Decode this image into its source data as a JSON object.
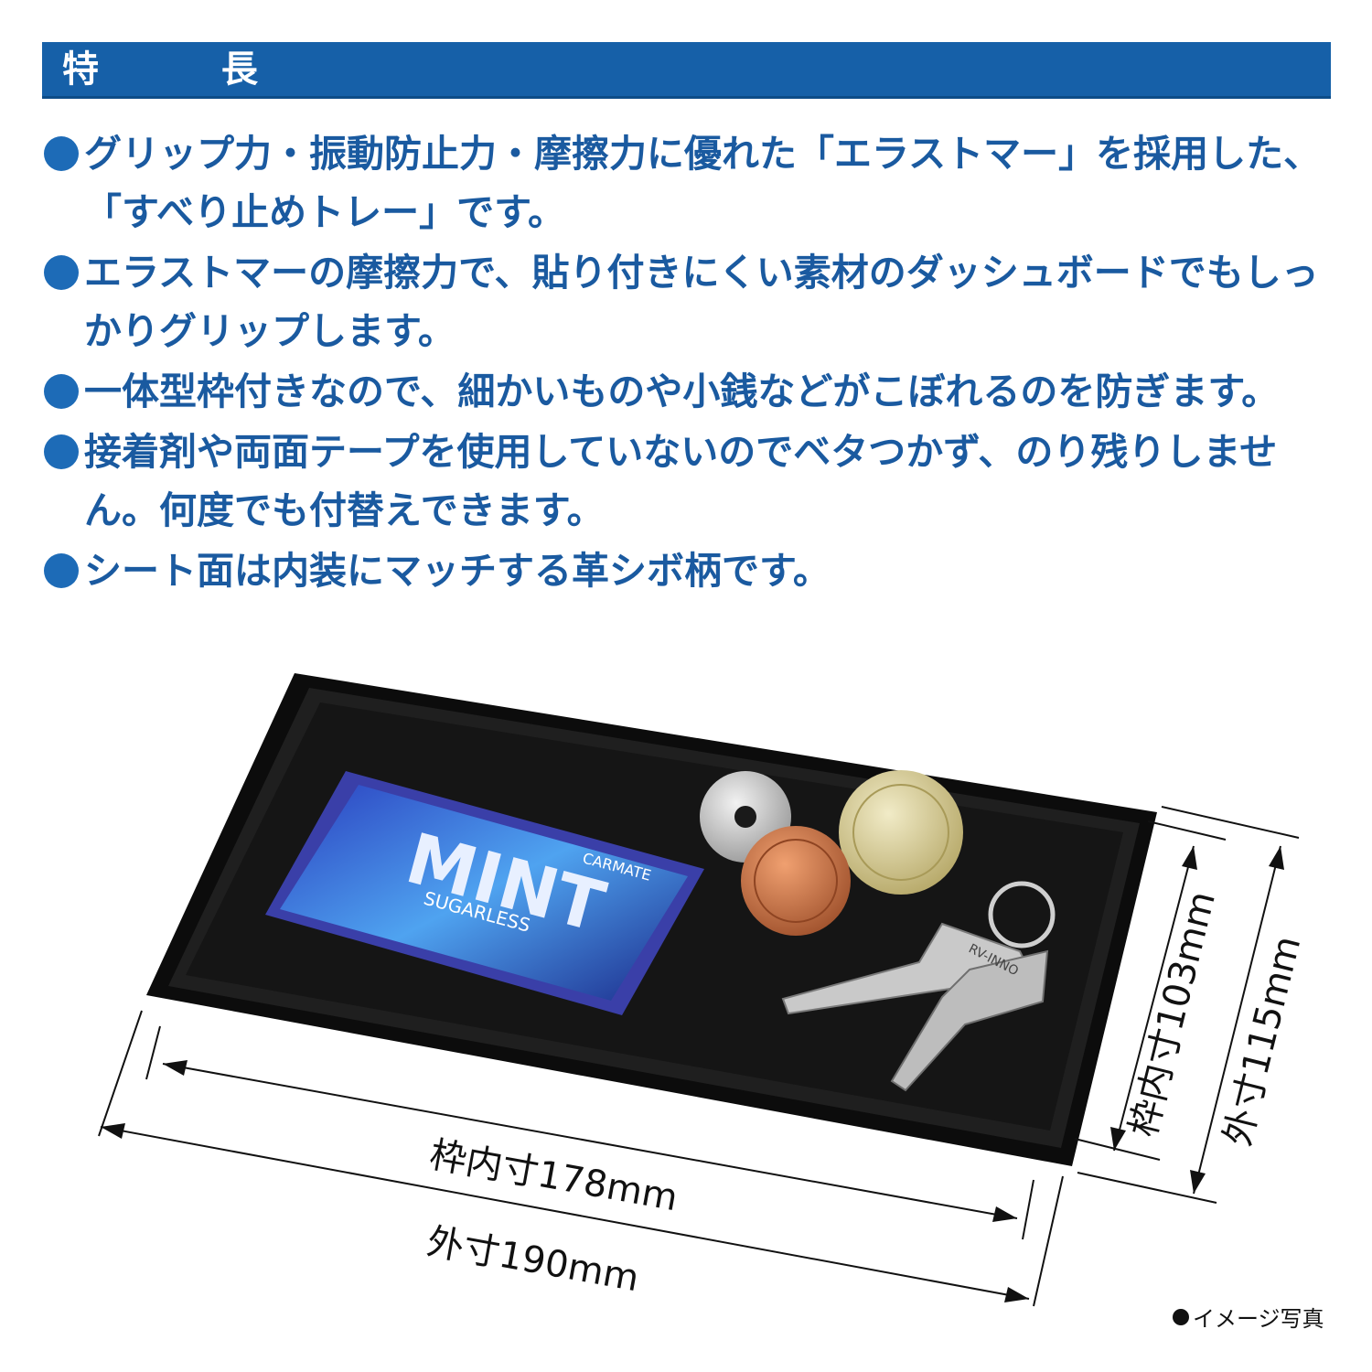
{
  "header": {
    "title": "特 長"
  },
  "features": [
    {
      "text": "グリップ力・振動防止力・摩擦力に優れた「エラストマー」を採用した、「すべり止めトレー」です。"
    },
    {
      "text": "エラストマーの摩擦力で、貼り付きにくい素材のダッシュボードでもしっかりグリップします。"
    },
    {
      "text": "一体型枠付きなので、細かいものや小銭などがこぼれるのを防ぎます。"
    },
    {
      "text": "接着剤や両面テープを使用していないのでベタつかず、のり残りしません。何度でも付替えできます。"
    },
    {
      "text": "シート面は内装にマッチする革シボ柄です。"
    }
  ],
  "photo": {
    "mint_brand": "CARMATE",
    "mint_title": "MINT",
    "mint_sub": "SUGARLESS",
    "key_text": "RV-INNO"
  },
  "dimensions": {
    "inner_width": "枠内寸178mm",
    "outer_width": "外寸190mm",
    "inner_depth": "枠内寸103mm",
    "outer_depth": "外寸115mm"
  },
  "caption": "イメージ写真",
  "colors": {
    "header_bg": "#1660a8",
    "text_blue": "#1a5aa0",
    "tray": "#151515"
  }
}
